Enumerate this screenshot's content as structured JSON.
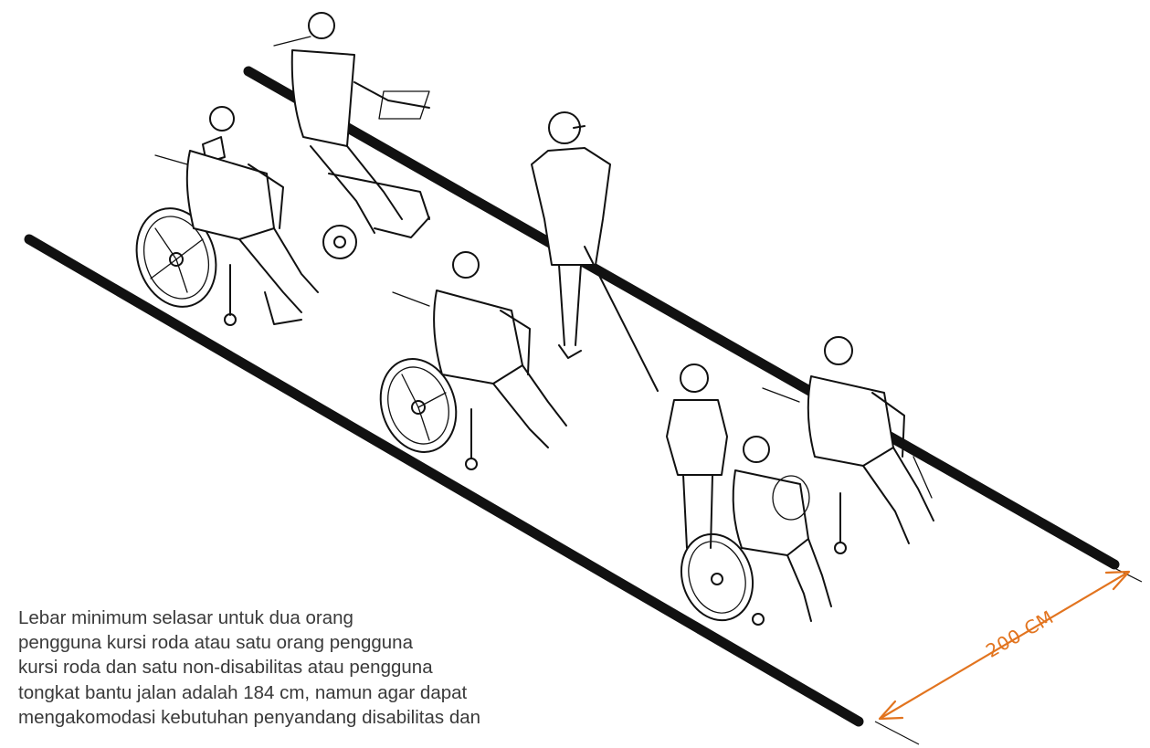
{
  "caption": {
    "lines": [
      "Lebar minimum selasar untuk dua orang",
      "pengguna kursi roda atau satu orang pengguna",
      "kursi roda dan satu non-disabilitas atau pengguna",
      "tongkat bantu jalan adalah 184 cm, namun agar dapat",
      "mengakomodasi kebutuhan penyandang disabilitas dan"
    ]
  },
  "dimension": {
    "label": "200 CM",
    "color": "#e2741f"
  },
  "colors": {
    "line": "#111111",
    "caption_text": "#3a3a3a",
    "accent": "#e2741f"
  }
}
